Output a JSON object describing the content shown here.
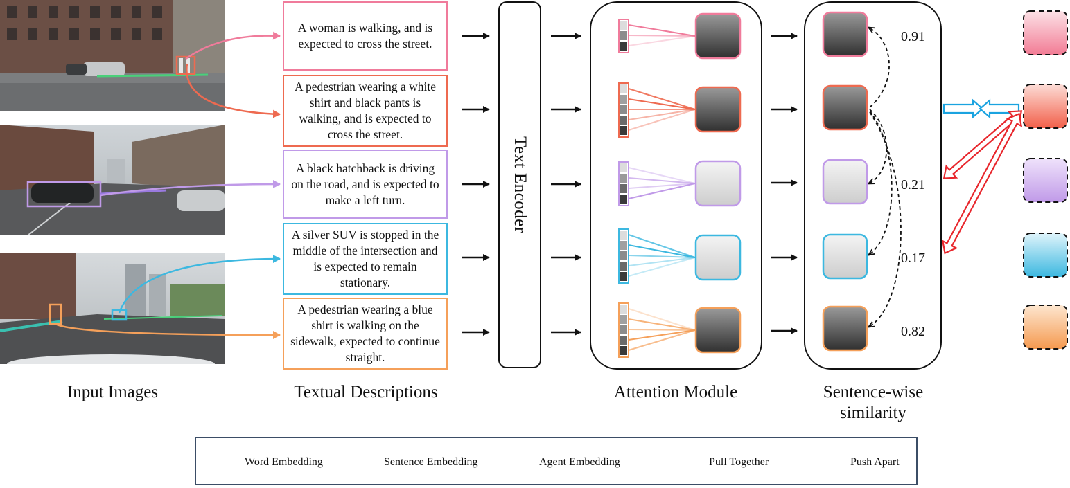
{
  "captions": {
    "input_images": "Input Images",
    "textual_descriptions": "Textual Descriptions",
    "attention_module": "Attention Module",
    "sentence_similarity_line1": "Sentence-wise",
    "sentence_similarity_line2": "similarity"
  },
  "encoder_label": "Text Encoder",
  "descriptions": [
    {
      "text": "A woman is walking, and is expected to cross the street.",
      "color": "#f07b9b"
    },
    {
      "text": "A pedestrian wearing a white shirt and black pants is walking, and is expected to cross the street.",
      "color": "#ee6a50"
    },
    {
      "text": "A black hatchback is driving on the road, and is expected to make a left turn.",
      "color": "#c09ae8"
    },
    {
      "text": "A silver SUV is stopped in the middle of the intersection and is expected to remain stationary.",
      "color": "#3cb8e0"
    },
    {
      "text": "A pedestrian wearing a blue shirt is walking on the sidewalk, expected to continue straight.",
      "color": "#f5a05a"
    }
  ],
  "similarity_scores": [
    "0.91",
    "0.21",
    "0.17",
    "0.82"
  ],
  "legend": {
    "word_embedding": "Word Embedding",
    "sentence_embedding": "Sentence Embedding",
    "agent_embedding": "Agent Embedding",
    "pull_together": "Pull Together",
    "push_apart": "Push Apart"
  },
  "colors": {
    "pink": "#f07b9b",
    "red": "#ee6a50",
    "purple": "#c09ae8",
    "cyan": "#3cb8e0",
    "orange": "#f5a05a",
    "pull_arrow": "#1aa3e0",
    "push_arrow": "#e8262c"
  },
  "agent_gradients": [
    [
      "#fce1e6",
      "#f27c95"
    ],
    [
      "#fcdcd6",
      "#f2604a"
    ],
    [
      "#efe2fb",
      "#c09ae8"
    ],
    [
      "#dff4fb",
      "#3cb8e0"
    ],
    [
      "#fde6cf",
      "#f59a50"
    ]
  ]
}
